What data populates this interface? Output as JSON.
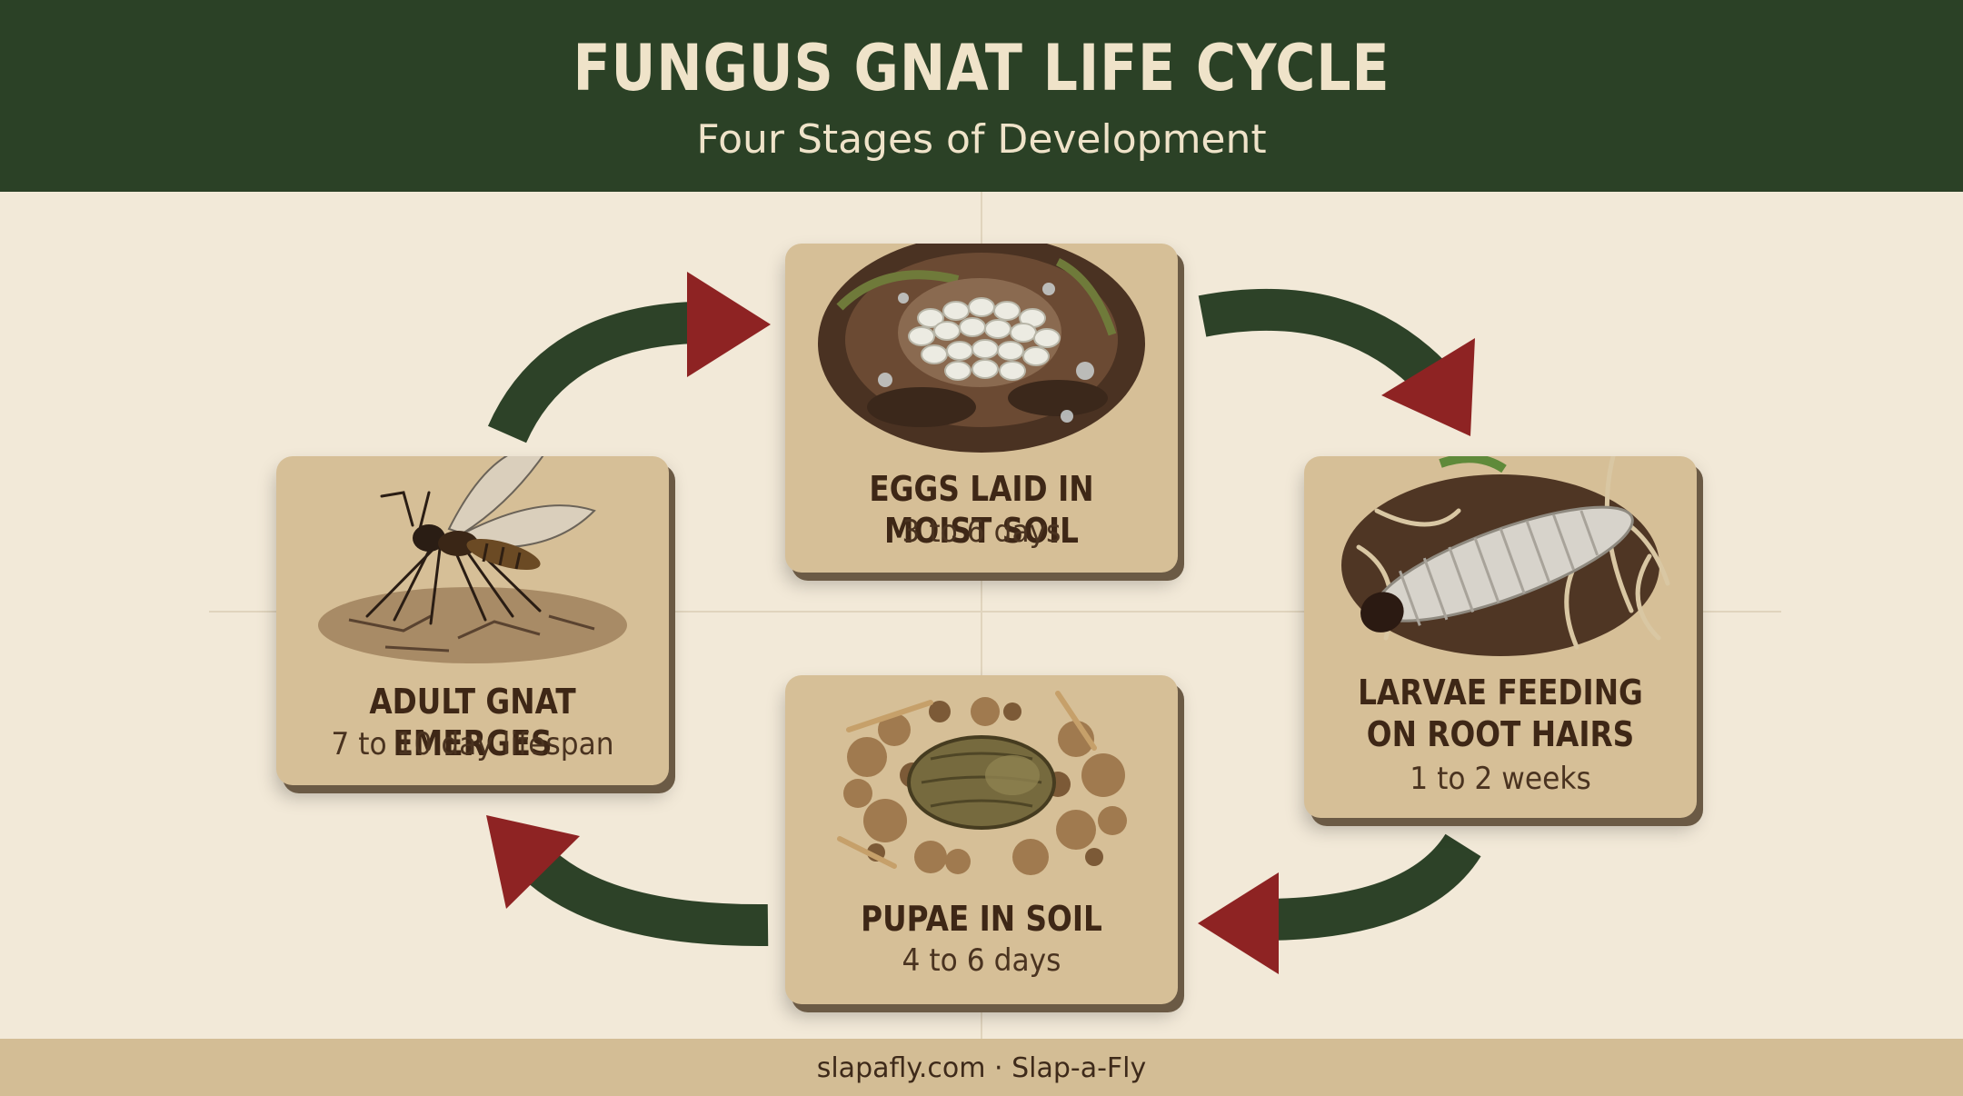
{
  "header": {
    "title": "FUNGUS GNAT LIFE CYCLE",
    "subtitle": "Four Stages of Development"
  },
  "stages": [
    {
      "label": "EGGS LAID IN MOIST SOIL",
      "duration": "3 to 6 days"
    },
    {
      "label": "LARVAE FEEDING\nON ROOT HAIRS",
      "label_lines": [
        "LARVAE FEEDING",
        "ON ROOT HAIRS"
      ],
      "duration": "1 to 2 weeks"
    },
    {
      "label": "PUPAE IN SOIL",
      "duration": "4 to 6 days"
    },
    {
      "label": "ADULT GNAT EMERGES",
      "duration": "7 to 10 day lifespan"
    }
  ],
  "footer": {
    "text": "slapafly.com · Slap-a-Fly"
  },
  "colors": {
    "header_bg": "#2b4126",
    "arrow_body": "#2d4228",
    "arrow_head": "#8e2323",
    "card_bg": "#d6bf97",
    "background": "#f2e9d8"
  },
  "icons": [
    "egg-cluster-icon",
    "larva-icon",
    "pupa-icon",
    "gnat-icon"
  ]
}
